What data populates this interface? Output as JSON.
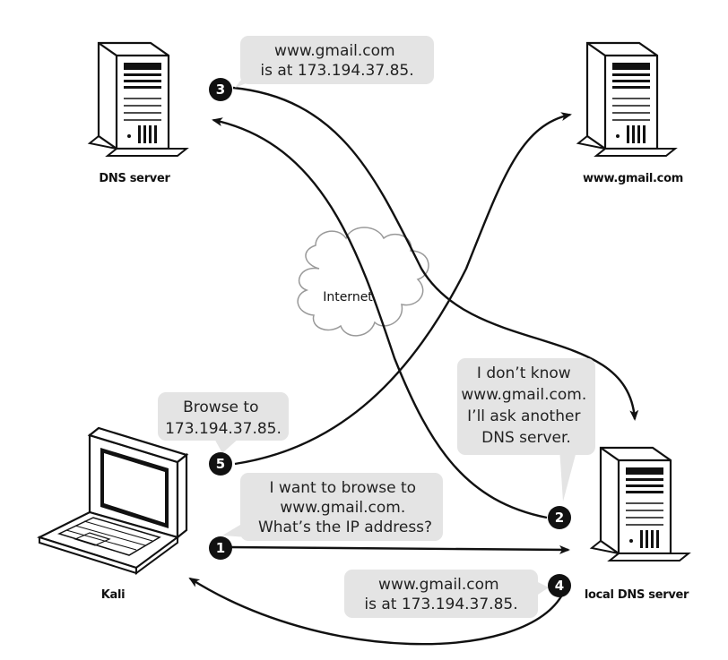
{
  "nodes": {
    "dns_server": "DNS server",
    "gmail_server": "www.gmail.com",
    "kali": "Kali",
    "local_dns": "local DNS server",
    "internet": "Internet"
  },
  "steps": [
    {
      "number": "1",
      "lines": [
        "I want to browse to",
        "www.gmail.com.",
        "What’s the IP address?"
      ]
    },
    {
      "number": "2",
      "lines": [
        "I don’t know",
        "www.gmail.com.",
        "I’ll ask another",
        "DNS server."
      ]
    },
    {
      "number": "3",
      "lines": [
        "www.gmail.com",
        "is at 173.194.37.85."
      ]
    },
    {
      "number": "4",
      "lines": [
        "www.gmail.com",
        "is at 173.194.37.85."
      ]
    },
    {
      "number": "5",
      "lines": [
        "Browse to",
        "173.194.37.85."
      ]
    }
  ],
  "colors": {
    "bubble": "#e4e4e4",
    "step_circle": "#111111",
    "line": "#111111"
  }
}
